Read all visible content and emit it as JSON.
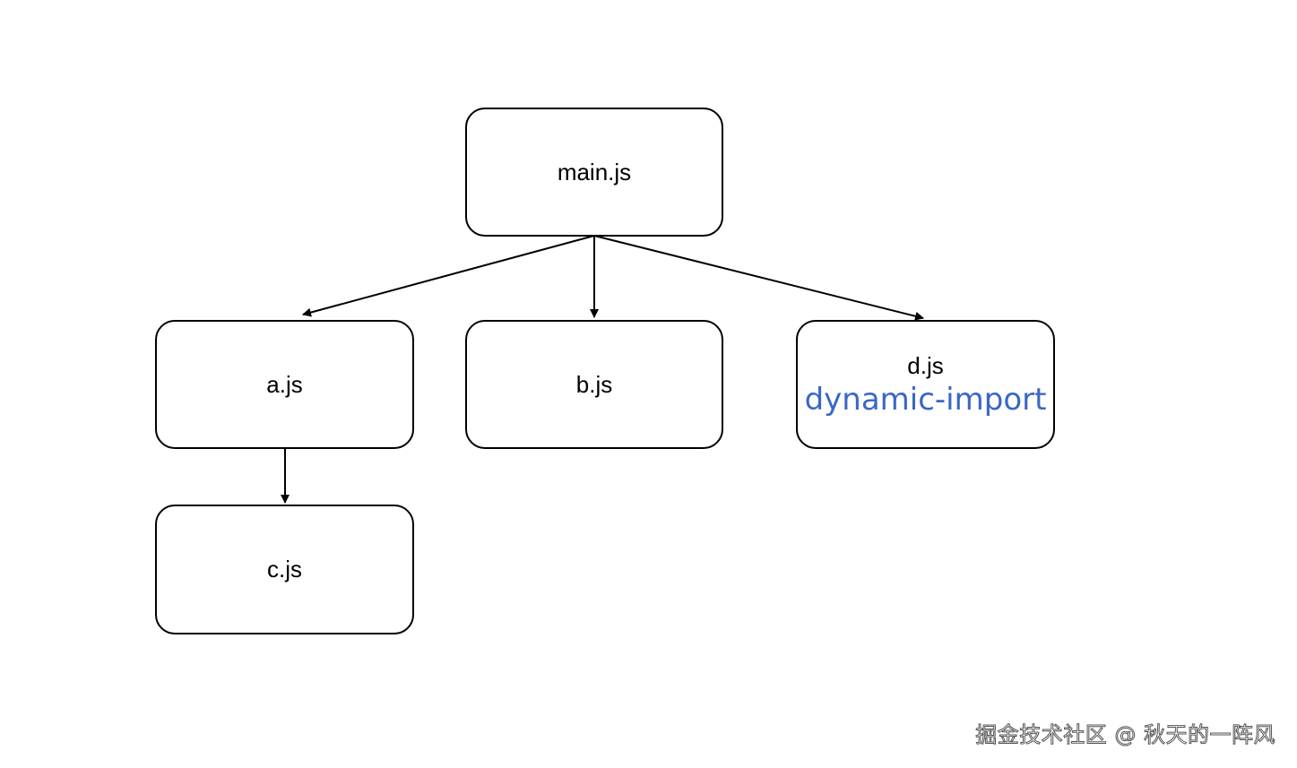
{
  "nodes": {
    "main": {
      "label": "main.js"
    },
    "a": {
      "label": "a.js"
    },
    "b": {
      "label": "b.js"
    },
    "c": {
      "label": "c.js"
    },
    "d": {
      "label": "d.js",
      "sublabel": "dynamic-import"
    }
  },
  "edges": [
    {
      "from": "main",
      "to": "a"
    },
    {
      "from": "main",
      "to": "b"
    },
    {
      "from": "main",
      "to": "d"
    },
    {
      "from": "a",
      "to": "c"
    }
  ],
  "watermark": "掘金技术社区 @ 秋天的一阵风",
  "colors": {
    "stroke": "#000000",
    "accent_text": "#3a67c6",
    "background": "#ffffff"
  }
}
